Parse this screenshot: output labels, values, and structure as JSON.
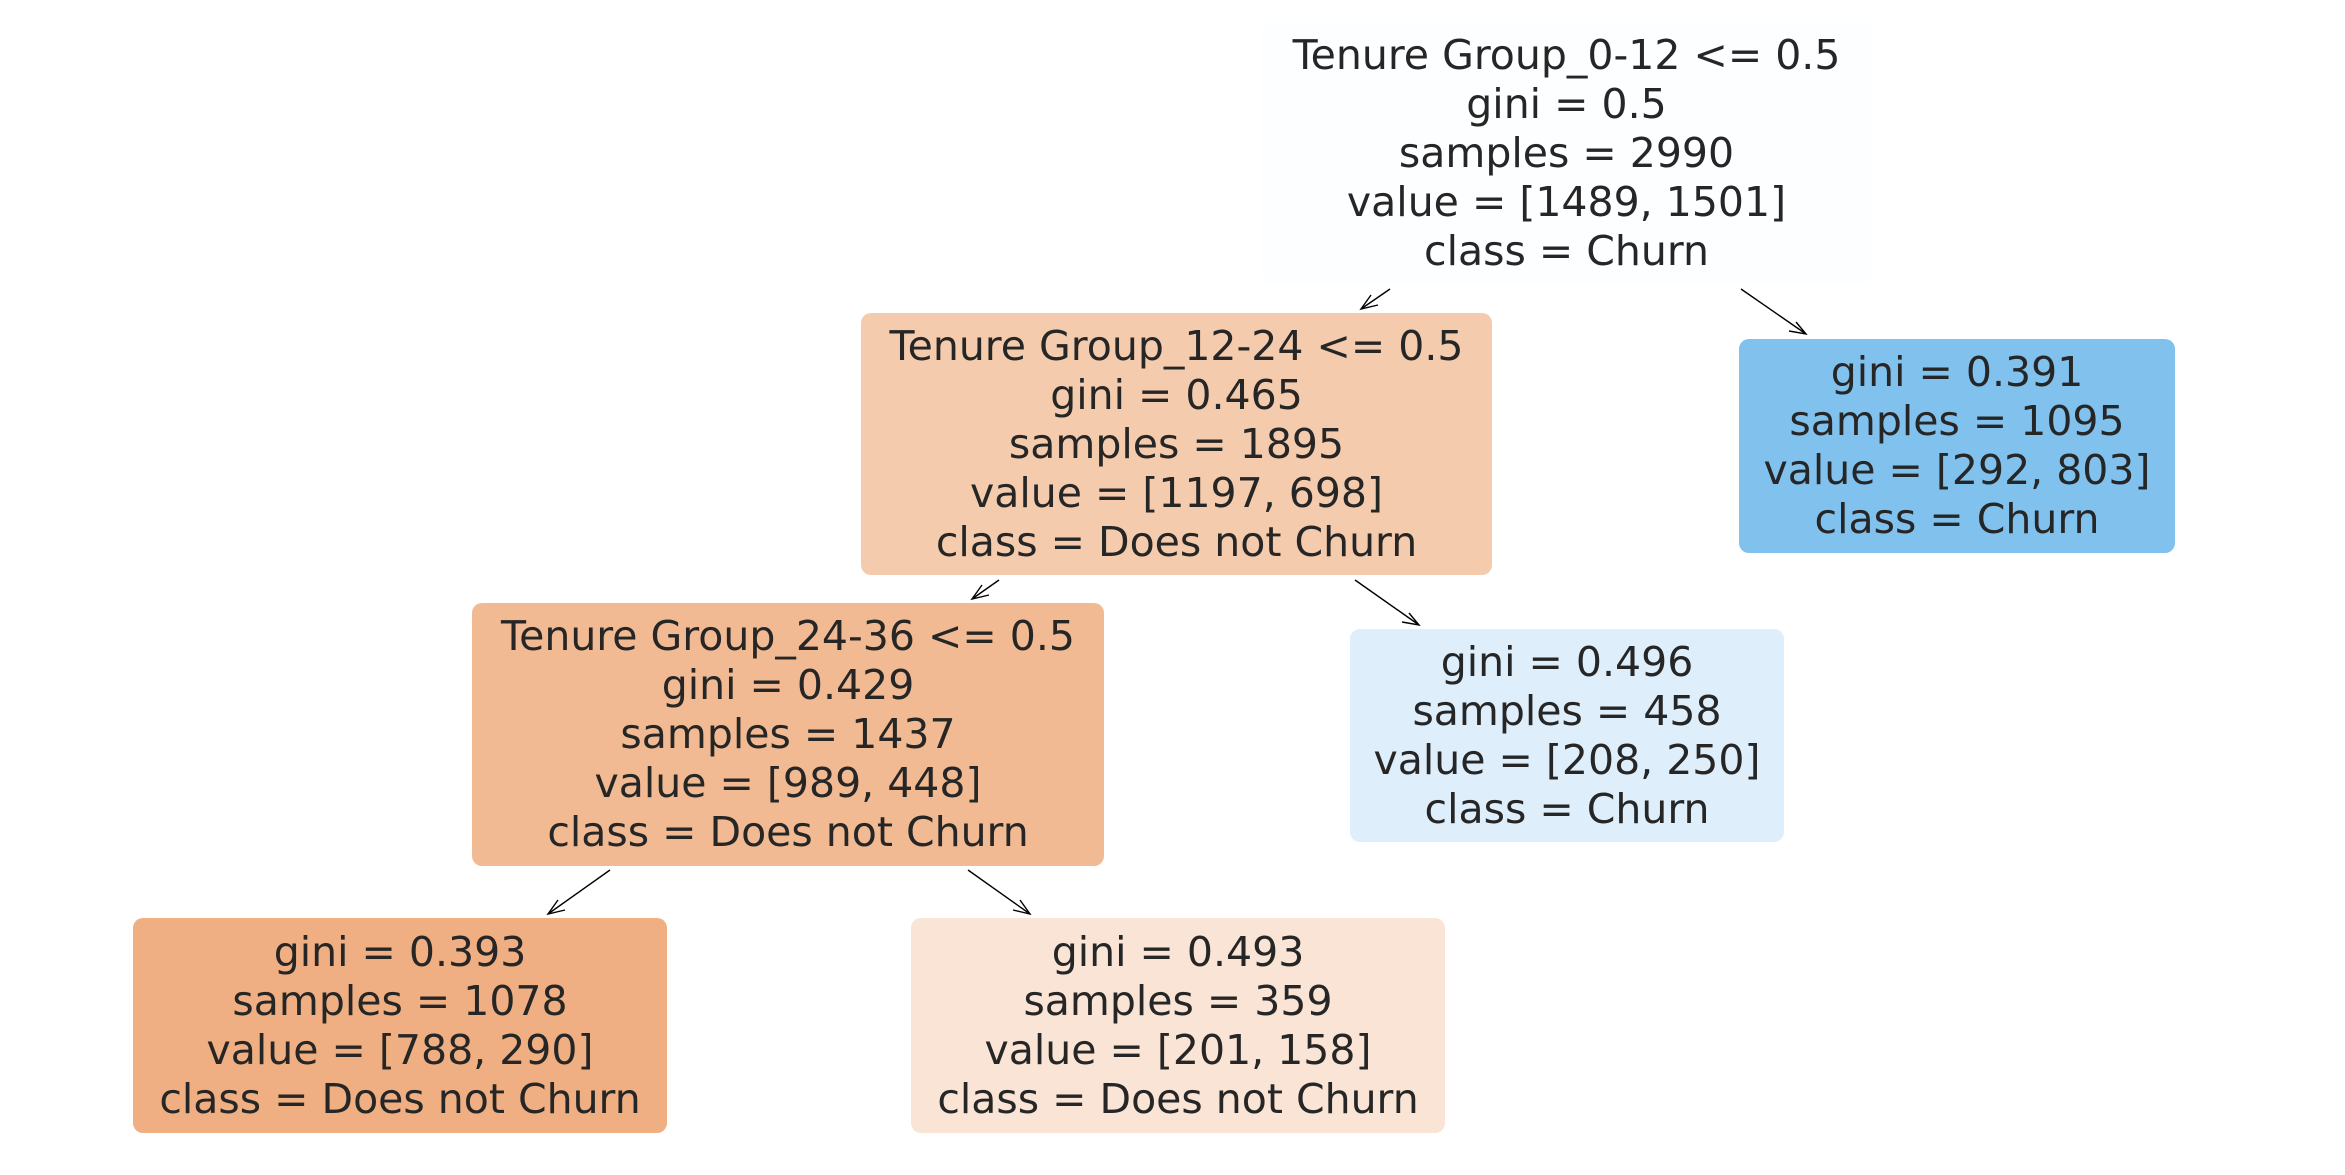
{
  "tree": {
    "nodes": [
      {
        "id": "node-0",
        "split": "Tenure Group_0-12 <= 0.5",
        "gini": "gini = 0.5",
        "samples": "samples = 2990",
        "value": "value = [1489, 1501]",
        "class": "class = Churn",
        "fill": "#fdfeff"
      },
      {
        "id": "node-1",
        "split": "Tenure Group_12-24 <= 0.5",
        "gini": "gini = 0.465",
        "samples": "samples = 1895",
        "value": "value = [1197, 698]",
        "class": "class = Does not Churn",
        "fill": "#f4cbad"
      },
      {
        "id": "node-2",
        "split": "Tenure Group_24-36 <= 0.5",
        "gini": "gini = 0.429",
        "samples": "samples = 1437",
        "value": "value = [989, 448]",
        "class": "class = Does not Churn",
        "fill": "#f1ba93"
      },
      {
        "id": "node-3",
        "gini": "gini = 0.393",
        "samples": "samples = 1078",
        "value": "value = [788, 290]",
        "class": "class = Does not Churn",
        "fill": "#efaf82"
      },
      {
        "id": "node-4",
        "gini": "gini = 0.493",
        "samples": "samples = 359",
        "value": "value = [201, 158]",
        "class": "class = Does not Churn",
        "fill": "#f9e4d5"
      },
      {
        "id": "node-5",
        "gini": "gini = 0.496",
        "samples": "samples = 458",
        "value": "value = [208, 250]",
        "class": "class = Churn",
        "fill": "#deeefb"
      },
      {
        "id": "node-6",
        "gini": "gini = 0.391",
        "samples": "samples = 1095",
        "value": "value = [292, 803]",
        "class": "class = Churn",
        "fill": "#81c1ee"
      }
    ],
    "edges": [
      {
        "from": "node-0",
        "to": "node-1"
      },
      {
        "from": "node-0",
        "to": "node-6"
      },
      {
        "from": "node-1",
        "to": "node-2"
      },
      {
        "from": "node-1",
        "to": "node-5"
      },
      {
        "from": "node-2",
        "to": "node-3"
      },
      {
        "from": "node-2",
        "to": "node-4"
      }
    ],
    "colors": {
      "edge": "#000000",
      "text": "#262626"
    }
  }
}
